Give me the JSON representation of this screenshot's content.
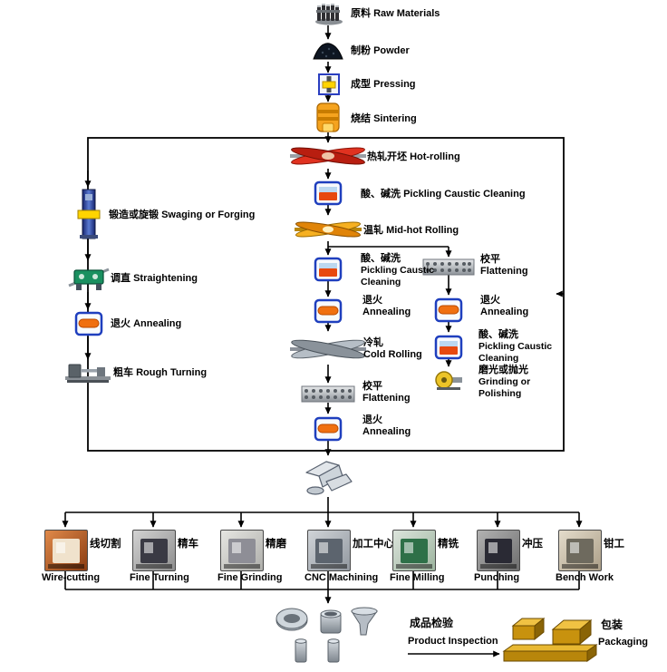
{
  "nodes": {
    "raw_materials": {
      "zh": "原料",
      "en": "Raw Materials"
    },
    "powder": {
      "zh": "制粉",
      "en": "Powder"
    },
    "pressing": {
      "zh": "成型",
      "en": "Pressing"
    },
    "sintering": {
      "zh": "烧结",
      "en": "Sintering"
    },
    "hot_rolling": {
      "zh": "热轧开坯",
      "en": "Hot-rolling"
    },
    "pickling1": {
      "zh": "酸、碱洗",
      "en": "Pickling Caustic Cleaning"
    },
    "mid_hot_rolling": {
      "zh": "温轧",
      "en": "Mid-hot Rolling"
    },
    "pickling2": {
      "zh": "酸、碱洗",
      "en_line1": "Pickling Caustic",
      "en_line2": "Cleaning"
    },
    "annealing_center1": {
      "zh": "退火",
      "en": "Annealing"
    },
    "cold_rolling": {
      "zh": "冷轧",
      "en": "Cold Rolling"
    },
    "flattening_center": {
      "zh": "校平",
      "en": "Flattening"
    },
    "annealing_center2": {
      "zh": "退火",
      "en": "Annealing"
    },
    "flattening_right": {
      "zh": "校平",
      "en": "Flattening"
    },
    "annealing_right": {
      "zh": "退火",
      "en": "Annealing"
    },
    "pickling_right": {
      "zh": "酸、碱洗",
      "en_line1": "Pickling Caustic",
      "en_line2": "Cleaning"
    },
    "grinding": {
      "zh": "磨光或抛光",
      "en_line1": "Grinding or",
      "en_line2": "Polishing"
    },
    "swaging": {
      "zh": "锻造或旋锻",
      "en": "Swaging or Forging"
    },
    "straightening": {
      "zh": "调直",
      "en": "Straightening"
    },
    "annealing_left": {
      "zh": "退火",
      "en": "Annealing"
    },
    "rough_turning": {
      "zh": "粗车",
      "en": "Rough Turning"
    }
  },
  "machining_stations": [
    {
      "zh": "线切割",
      "en": "Wire-cutting"
    },
    {
      "zh": "精车",
      "en": "Fine Turning"
    },
    {
      "zh": "精磨",
      "en": "Fine Grinding"
    },
    {
      "zh": "加工中心",
      "en": "CNC Machining"
    },
    {
      "zh": "精铣",
      "en": "Fine Milling"
    },
    {
      "zh": "冲压",
      "en": "Punching"
    },
    {
      "zh": "钳工",
      "en": "Bench Work"
    }
  ],
  "final_steps": {
    "product_inspection": {
      "zh": "成品检验",
      "en": "Product Inspection"
    },
    "packaging": {
      "zh": "包装",
      "en": "Packaging"
    }
  },
  "icons": {
    "raw_materials": "rod-bundle-icon",
    "powder": "powder-pile-icon",
    "pressing": "press-die-icon",
    "sintering": "furnace-icon",
    "rolling": "crossed-rolls-icon",
    "pickling": "acid-tank-icon",
    "annealing": "annealing-furnace-icon",
    "flattening": "leveler-rolls-icon",
    "grinding": "grinding-wheel-icon",
    "swaging": "swaging-press-icon",
    "straightening": "straightener-icon",
    "rough_turning": "lathe-icon",
    "semifinished": "sketched-parts-icon",
    "products": "finished-parts-icon",
    "packaging": "gold-crates-icon"
  },
  "colors": {
    "line": "#000000",
    "hot_roll_red": "#d92b16",
    "mid_roll_orange": "#f09c14",
    "cold_roll_gray": "#9aa2ac",
    "furnace_orange": "#f5a31e",
    "tank_blue": "#1f3fbe",
    "anneal_orange": "#f07010",
    "press_yellow": "#ffd400",
    "machine_green": "#1a9060",
    "packaging_gold": "#d4a017"
  }
}
